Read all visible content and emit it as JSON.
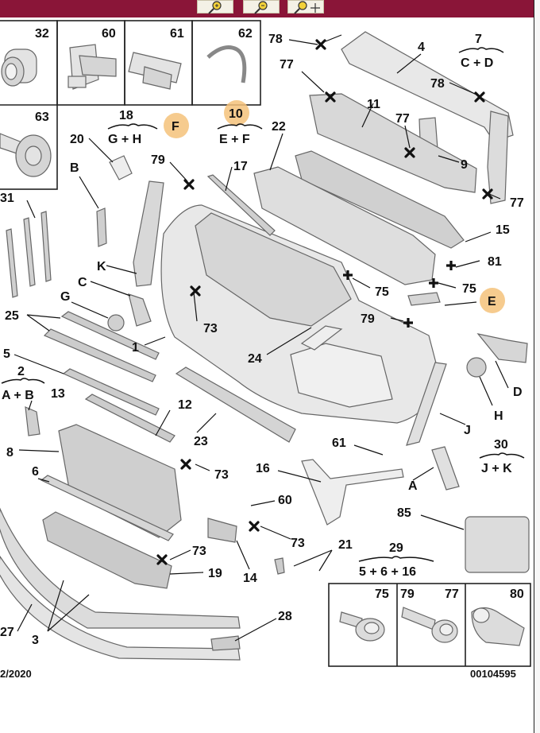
{
  "toolbar": {
    "buttons": [
      {
        "name": "zoom-in",
        "icon": "magnifier-plus-icon"
      },
      {
        "name": "zoom-out",
        "icon": "magnifier-minus-icon"
      },
      {
        "name": "pan",
        "icon": "magnifier-move-icon"
      }
    ]
  },
  "boxes": {
    "b32": "32",
    "b60": "60",
    "b61": "61",
    "b62": "62",
    "b63": "63"
  },
  "groups": {
    "g18": {
      "num": "18",
      "sub": "G + H"
    },
    "g10": {
      "num": "10",
      "sub": "E + F"
    },
    "g7": {
      "num": "7",
      "sub": "C + D"
    },
    "g2": {
      "num": "2",
      "sub": "A + B"
    },
    "g30": {
      "num": "30",
      "sub": "J + K"
    },
    "g29": {
      "num": "29",
      "sub": "5 + 6 + 16"
    }
  },
  "labels": {
    "l4": "4",
    "l78a": "78",
    "l78b": "78",
    "l77a": "77",
    "l77b": "77",
    "l77c": "77",
    "l11": "11",
    "l9": "9",
    "l22": "22",
    "l15": "15",
    "l81": "81",
    "l75a": "75",
    "l75b": "75",
    "l20": "20",
    "lF": "F",
    "l79a": "79",
    "l17": "17",
    "lB": "B",
    "l31": "31",
    "lK": "K",
    "lC": "C",
    "lG": "G",
    "l25": "25",
    "l73a": "73",
    "l1": "1",
    "l24": "24",
    "l79b": "79",
    "lE": "E",
    "l5": "5",
    "l13": "13",
    "l8": "8",
    "l12": "12",
    "l23": "23",
    "l73b": "73",
    "l6": "6",
    "l16": "16",
    "l61": "61",
    "lA": "A",
    "lJ": "J",
    "lD": "D",
    "lH": "H",
    "l85": "85",
    "l60": "60",
    "l73c": "73",
    "l73d": "73",
    "l19": "19",
    "l14": "14",
    "l21": "21",
    "l27": "27",
    "l3": "3",
    "l28": "28"
  },
  "fasteners": {
    "f75": "75",
    "f79": "79",
    "f77": "77",
    "f80": "80"
  },
  "footer": {
    "date": "2/2020",
    "code": "00104595"
  },
  "colors": {
    "topbar": "#8a1538",
    "highlight": "#f5c27a",
    "part_fill": "#e8e8e8",
    "part_stroke": "#666666"
  }
}
